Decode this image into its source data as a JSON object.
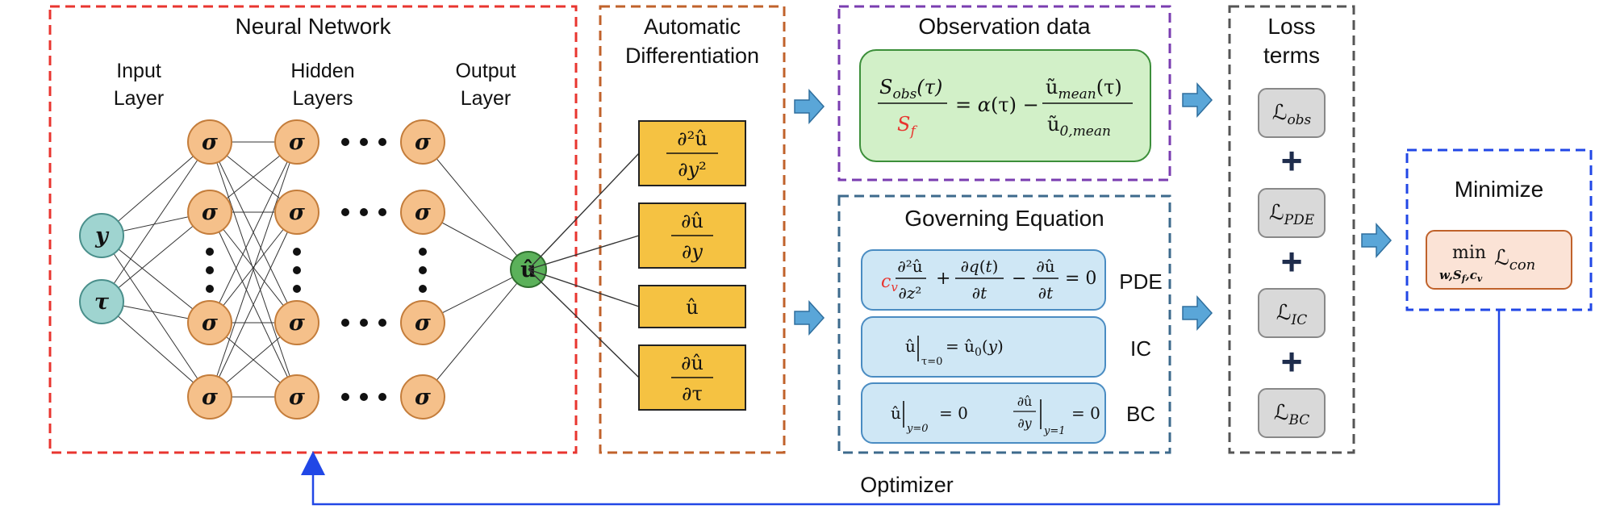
{
  "colors": {
    "nn_border": "#e8352f",
    "ad_border": "#c0622b",
    "obs_border": "#7a3db0",
    "gov_border": "#3d6a8c",
    "loss_border": "#555555",
    "min_border": "#2147e6",
    "node_orange": "#f5c08a",
    "node_teal": "#9fd4d0",
    "node_green": "#5bb15a",
    "ad_fill": "#f5c242",
    "obs_fill": "#d2f0c8",
    "eq_fill": "#cfe7f5",
    "loss_fill": "#d9d9d9",
    "min_fill": "#fbe3d6",
    "arrow": "#5aa6d8",
    "optimizer_line": "#2147e6",
    "highlight_red": "#e8352f"
  },
  "neural_network": {
    "title": "Neural Network",
    "input_label_1": "Input",
    "input_label_2": "Layer",
    "hidden_label_1": "Hidden",
    "hidden_label_2": "Layers",
    "output_label_1": "Output",
    "output_label_2": "Layer",
    "input_nodes": [
      "y",
      "τ"
    ],
    "hidden_node_symbol": "σ",
    "output_node": "û"
  },
  "auto_diff": {
    "title_1": "Automatic",
    "title_2": "Differentiation",
    "terms": [
      "∂²û / ∂y²",
      "∂û / ∂y",
      "û",
      "∂û / ∂τ"
    ]
  },
  "observation": {
    "title": "Observation data",
    "equation": "S_obs(τ) / S_f = α(τ) − ũ_mean(τ) / ũ_0,mean"
  },
  "governing": {
    "title": "Governing Equation",
    "pde_label": "PDE",
    "ic_label": "IC",
    "bc_label": "BC",
    "pde_eq": "c_v ∂²û/∂z² + ∂q(t)/∂t − ∂û/∂t = 0",
    "ic_eq": "û|τ=0 = û_0(y)",
    "bc_eq": "û|y=0 = 0    ∂û/∂y|y=1 = 0"
  },
  "loss": {
    "title_1": "Loss",
    "title_2": "terms",
    "terms": [
      "ℒ_obs",
      "ℒ_PDE",
      "ℒ_IC",
      "ℒ_BC"
    ],
    "plus": "+"
  },
  "minimize": {
    "title": "Minimize",
    "expr": "min_{w,S_f,c_v} ℒ_con"
  },
  "optimizer": {
    "label": "Optimizer"
  }
}
